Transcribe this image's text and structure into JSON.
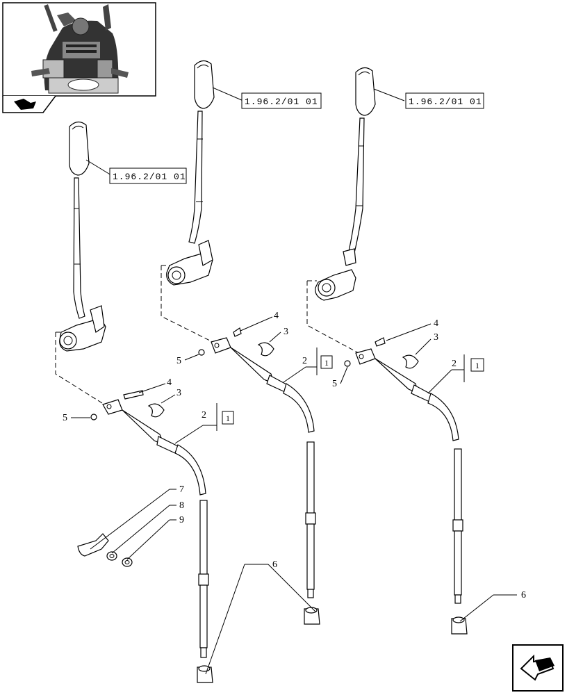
{
  "references": {
    "lever_left": "1.96.2/01 01",
    "lever_middle": "1.96.2/01 01",
    "lever_right": "1.96.2/01 01"
  },
  "kit_marker": "1",
  "callouts": {
    "left": {
      "c2": "2",
      "c3": "3",
      "c4": "4",
      "c5": "5"
    },
    "middle": {
      "c2": "2",
      "c3": "3",
      "c4": "4",
      "c5": "5"
    },
    "right": {
      "c2": "2",
      "c3": "3",
      "c4": "4",
      "c5": "5"
    },
    "c6_left": "6",
    "c6_right": "6",
    "c7": "7",
    "c8": "8",
    "c9": "9"
  },
  "icons": {
    "thumbnail": "tractor-thumbnail-icon",
    "prev": "previous-page-arrow-icon",
    "next": "next-page-arrow-icon"
  }
}
